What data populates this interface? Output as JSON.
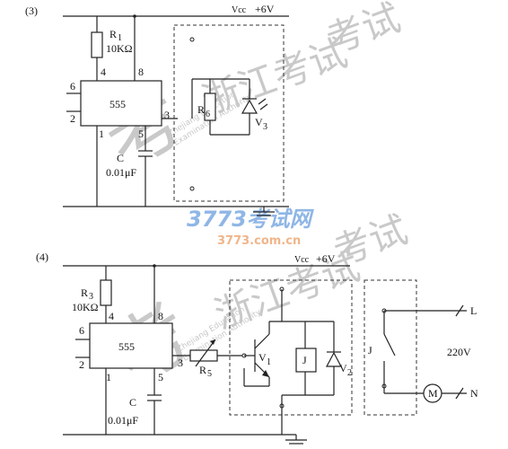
{
  "colors": {
    "line": "#222222",
    "watermark_gray": "#c9c9c9",
    "watermark_blue": "#8fb6e6",
    "watermark_orange": "#f0b58a"
  },
  "circuit3": {
    "tag": "(3)",
    "vcc_label": "Vcc",
    "vcc_value": "+6V",
    "r1_name": "R",
    "r1_sub": "1",
    "r1_value": "10KΩ",
    "chip": "555",
    "pins": {
      "p4": "4",
      "p8": "8",
      "p6": "6",
      "p2": "2",
      "p3": "3",
      "p1": "1",
      "p5": "5"
    },
    "r6_name": "R",
    "r6_sub": "6",
    "v3_name": "V",
    "v3_sub": "3",
    "cap_name": "C",
    "cap_value": "0.01μF"
  },
  "circuit4": {
    "tag": "(4)",
    "vcc_label": "Vcc",
    "vcc_value": "+6V",
    "r3_name": "R",
    "r3_sub": "3",
    "r3_value": "10KΩ",
    "chip": "555",
    "pins": {
      "p4": "4",
      "p8": "8",
      "p6": "6",
      "p2": "2",
      "p3": "3",
      "p1": "1",
      "p5": "5"
    },
    "r5_name": "R",
    "r5_sub": "5",
    "v1_name": "V",
    "v1_sub": "1",
    "relay": "J",
    "v2_name": "V",
    "v2_sub": "2",
    "switch_label": "J",
    "mains": "220V",
    "line_l": "L",
    "line_n": "N",
    "motor": "M",
    "cap_name": "C",
    "cap_value": "0.01μF"
  },
  "watermark": {
    "big_char": "考",
    "text1": "浙江考试",
    "text2": "考试",
    "brand": "3773考试网",
    "site": "3773.com.cn",
    "latin1": "Zhejiang Education",
    "latin2": "Examination Authority"
  }
}
